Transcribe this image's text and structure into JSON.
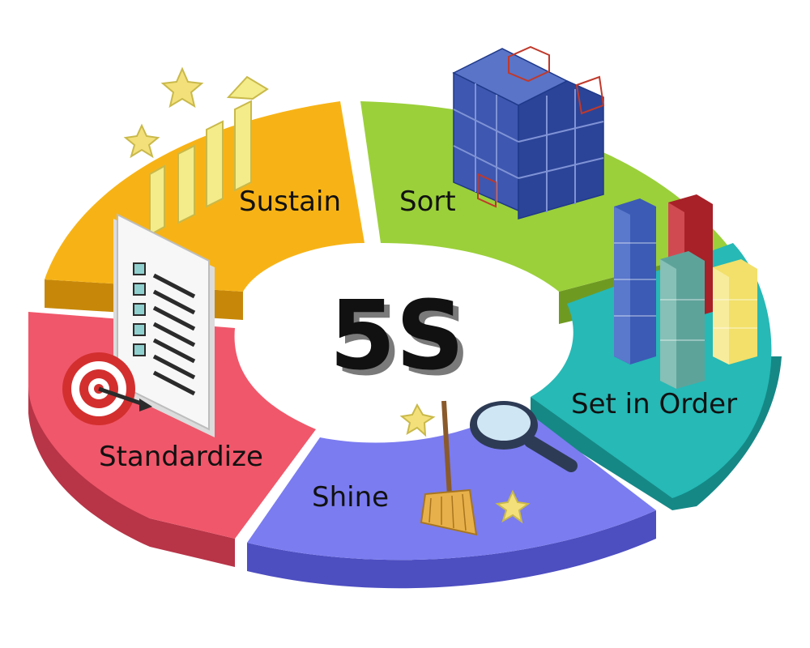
{
  "center": {
    "title": "5S"
  },
  "segments": [
    {
      "key": "sort",
      "label": "Sort",
      "color": "#9bd03a",
      "side_color": "#6f9a22",
      "icon": "cube-grid-icon"
    },
    {
      "key": "set_in_order",
      "label": "Set in Order",
      "color": "#26b9b6",
      "side_color": "#158886",
      "icon": "stacked-blocks-icon"
    },
    {
      "key": "shine",
      "label": "Shine",
      "color": "#7b7cf0",
      "side_color": "#4d4ec0",
      "icon": "broom-magnifier-icon"
    },
    {
      "key": "standardize",
      "label": "Standardize",
      "color": "#f0576a",
      "side_color": "#b83447",
      "icon": "checklist-target-icon"
    },
    {
      "key": "sustain",
      "label": "Sustain",
      "color": "#f7b316",
      "side_color": "#c7880a",
      "icon": "growth-chart-stars-icon"
    }
  ]
}
